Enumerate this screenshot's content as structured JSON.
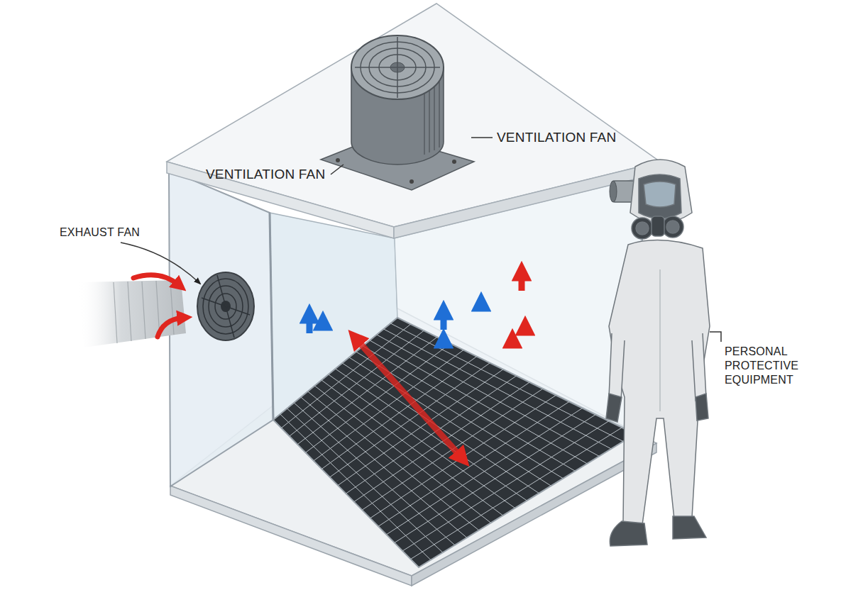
{
  "diagram": {
    "labels": [
      "VENTILATION FAN",
      "VENTILATION FAN",
      "EXHAUST FAN",
      "PERSONAL PROTECTIVE EQUIPMENT"
    ]
  }
}
